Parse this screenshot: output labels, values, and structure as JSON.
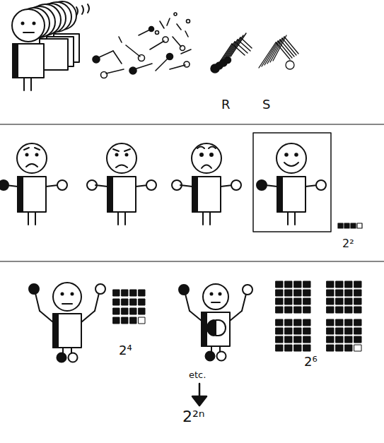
{
  "diagram": {
    "labels": [
      "R",
      "S",
      "2²",
      "2⁴",
      "2⁶",
      "etc.",
      "2²ⁿ"
    ]
  }
}
